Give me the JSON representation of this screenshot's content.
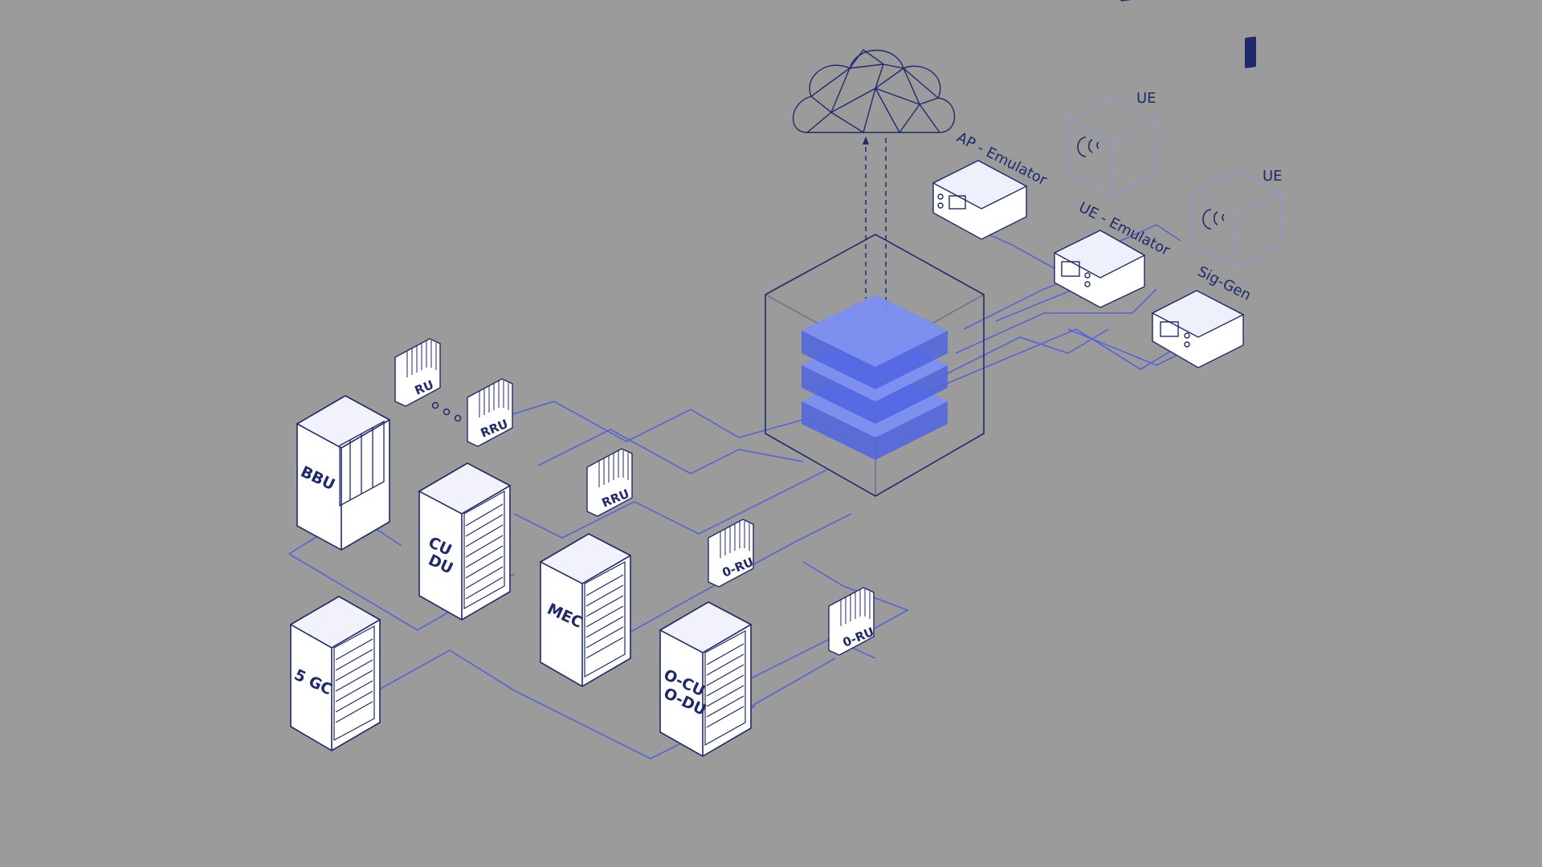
{
  "colors": {
    "background": "#9b9b9b",
    "outline": "#1f2a6b",
    "box_fill": "#ffffff",
    "link": "#5563d6",
    "stack_layer": "#4f64e0",
    "stack_layer_light": "#8496f2",
    "ue_cube": "#8b93ff"
  },
  "cloud": {
    "icon": "mesh-cloud-icon"
  },
  "hub": {
    "icon": "layered-stack-icon"
  },
  "equipment": {
    "ap_emulator": "AP - Emulator",
    "ue_emulator": "UE - Emulator",
    "sig_gen": "Sig-Gen"
  },
  "ue_devices": [
    {
      "label": "UE",
      "icon": "ue-signal-phone-icon"
    },
    {
      "label": "UE",
      "icon": "ue-signal-phone-icon"
    }
  ],
  "racks": {
    "bbu": "BBU",
    "cu_du": [
      "CU",
      "DU"
    ],
    "mec": "MEC",
    "gc5": "5 GC",
    "ocu_odu": [
      "O-CU",
      "O-DU"
    ]
  },
  "radio_units": {
    "ru": "RU",
    "rru_1": "RRU",
    "rru_2": "RRU",
    "oru_1": "0-RU",
    "oru_2": "0-RU"
  }
}
